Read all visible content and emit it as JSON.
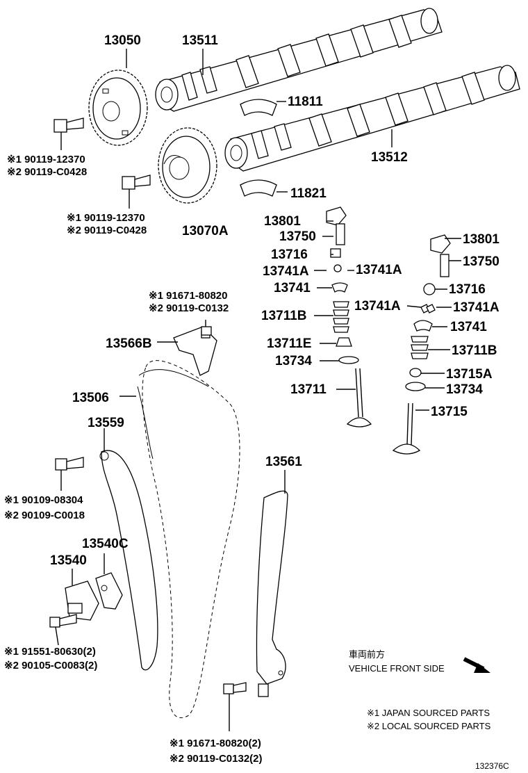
{
  "parts": {
    "p13050": "13050",
    "p13511": "13511",
    "p11811": "11811",
    "p13512": "13512",
    "p11821": "11821",
    "p13070a": "13070A",
    "bolt1_jp": "※1 90119-12370",
    "bolt1_local": "※2 90119-C0428",
    "bolt2_jp": "※1 90119-12370",
    "bolt2_local": "※2 90119-C0428",
    "left_valve": {
      "p13801": "13801",
      "p13750": "13750",
      "p13716": "13716",
      "p13741a_l": "13741A",
      "p13741a_r": "13741A",
      "p13741": "13741",
      "p13711b": "13711B",
      "p13711e": "13711E",
      "p13734": "13734",
      "p13711": "13711"
    },
    "right_valve": {
      "p13801": "13801",
      "p13750": "13750",
      "p13716": "13716",
      "p13741a_l": "13741A",
      "p13741a_r": "13741A",
      "p13741": "13741",
      "p13711b": "13711B",
      "p13715a": "13715A",
      "p13734": "13734",
      "p13715": "13715"
    },
    "bolt3_jp": "※1 91671-80820",
    "bolt3_local": "※2 90119-C0132",
    "p13566b": "13566B",
    "p13506": "13506",
    "p13559": "13559",
    "bolt4_jp": "※1 90109-08304",
    "bolt4_local": "※2 90109-C0018",
    "p13540c": "13540C",
    "p13540": "13540",
    "bolt5_jp": "※1 91551-80630(2)",
    "bolt5_local": "※2 90105-C0083(2)",
    "p13561": "13561",
    "bolt6_jp": "※1 91671-80820(2)",
    "bolt6_local": "※2 90119-C0132(2)"
  },
  "vehicle_front_jp": "車両前方",
  "vehicle_front_en": "VEHICLE FRONT SIDE",
  "legend": {
    "note1": "※1 JAPAN SOURCED PARTS",
    "note2": "※2 LOCAL SOURCED PARTS"
  },
  "diagram_id": "132376C"
}
